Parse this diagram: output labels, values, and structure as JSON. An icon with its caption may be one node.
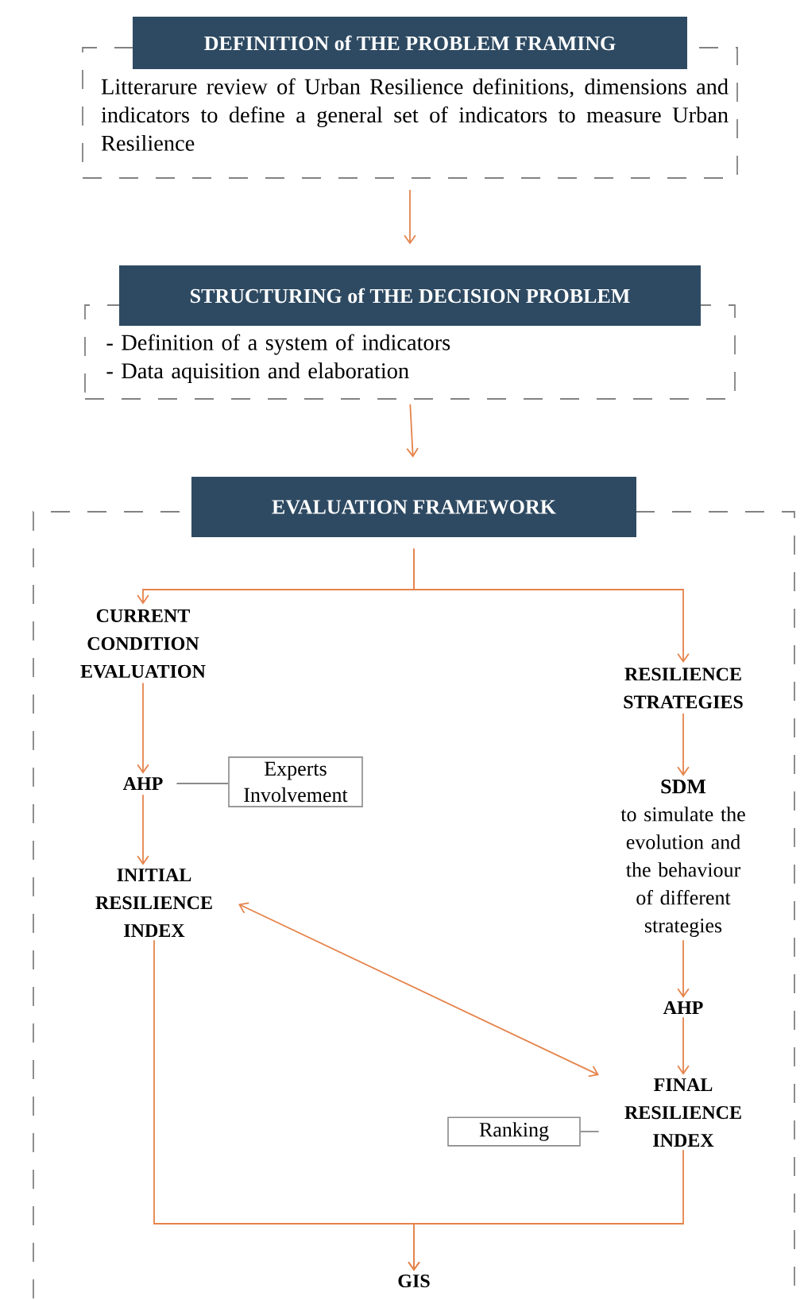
{
  "diagram": {
    "nodes": [
      {
        "text": [
          "DEFINITION of THE PROBLEM FRAMING",
          "Litterarure review of Urban Resilience definitions, dimensions and indicators to define a general set of indicators to measure Urban Resilience"
        ]
      },
      {
        "text": [
          "STRUCTURING of THE DECISION PROBLEM",
          "- Definition of a system of indicators",
          "- Data aquisition and elaboration"
        ]
      },
      {
        "text": [
          "EVALUATION FRAMEWORK"
        ]
      },
      {
        "text": [
          "CURRENT CONDITION EVALUATION"
        ],
        "in": 2
      },
      {
        "text": [
          "RESILIENCE STRATEGIES"
        ],
        "in": 2
      },
      {
        "text": [
          "AHP"
        ],
        "in": 2
      },
      {
        "text": [
          "Experts Involvement"
        ],
        "in": 2
      },
      {
        "text": [
          "SDM",
          "to simulate the evolution and the behaviour of different strategies"
        ],
        "in": 2
      },
      {
        "text": [
          "INITIAL RESILIENCE INDEX"
        ],
        "in": 2
      },
      {
        "text": [
          "AHP"
        ],
        "in": 2
      },
      {
        "text": [
          "FINAL RESILIENCE INDEX"
        ],
        "in": 2
      },
      {
        "text": [
          "Ranking"
        ],
        "in": 2
      },
      {
        "text": [
          "GIS"
        ],
        "in": 2
      }
    ],
    "edges": [
      {
        "from": 0,
        "to": 1,
        "arrow": "to"
      },
      {
        "from": 1,
        "to": 2,
        "arrow": "to"
      },
      {
        "from": 2,
        "to": 3,
        "arrow": "to"
      },
      {
        "from": 2,
        "to": 4,
        "arrow": "to"
      },
      {
        "from": 3,
        "to": 5,
        "arrow": "to"
      },
      {
        "from": 5,
        "to": 6,
        "arrow": "none",
        "color": "#8a8a8a"
      },
      {
        "from": 5,
        "to": 8,
        "arrow": "to"
      },
      {
        "from": 4,
        "to": 7,
        "arrow": "to"
      },
      {
        "from": 7,
        "to": 9,
        "arrow": "to"
      },
      {
        "from": 9,
        "to": 10,
        "arrow": "to"
      },
      {
        "from": 8,
        "to": 10,
        "arrow": "both"
      },
      {
        "from": 11,
        "to": 10,
        "arrow": "none",
        "color": "#8a8a8a"
      },
      {
        "from": 8,
        "to": 12,
        "arrow": "to"
      },
      {
        "from": 10,
        "to": 12,
        "arrow": "to"
      }
    ]
  }
}
